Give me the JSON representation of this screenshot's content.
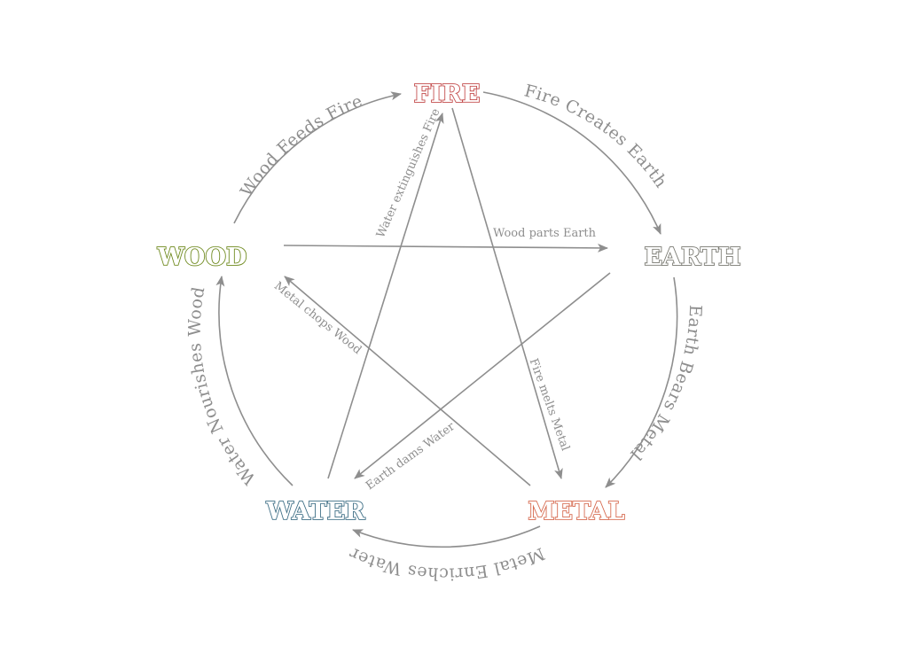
{
  "diagram": {
    "elements": {
      "fire": {
        "label": "FIRE",
        "color": "#c44d4d"
      },
      "earth": {
        "label": "EARTH",
        "color": "#7a7a72"
      },
      "metal": {
        "label": "METAL",
        "color": "#d66a4f"
      },
      "water": {
        "label": "WATER",
        "color": "#3f6f86"
      },
      "wood": {
        "label": "WOOD",
        "color": "#6f8a1f"
      }
    },
    "generating_cycle": {
      "wood_fire": "Wood Feeds Fire",
      "fire_earth": "Fire Creates Earth",
      "earth_metal": "Earth Bears Metal",
      "metal_water": "Metal Enriches Water",
      "water_wood": "Water Nourishes Wood"
    },
    "controlling_cycle": {
      "water_fire": "Water extinguishes Fire",
      "wood_earth": "Wood parts Earth",
      "fire_metal": "Fire melts Metal",
      "metal_wood": "Metal chops Wood",
      "earth_water": "Earth dams Water"
    },
    "arrow_color": "#8e8e8e"
  }
}
